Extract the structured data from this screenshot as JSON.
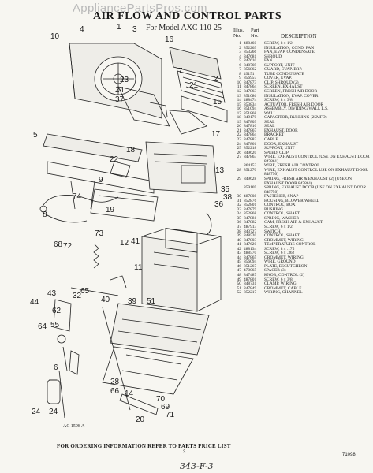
{
  "watermark": "AppliancePartsPros.com",
  "title": "AIR FLOW AND CONTROL PARTS",
  "subtitle": "For Model AXC 110-25",
  "columns": {
    "illus_no_1": "Illus.",
    "illus_no_2": "No.",
    "part_no_1": "Part",
    "part_no_2": "No.",
    "description": "DESCRIPTION"
  },
  "parts": [
    {
      "no": "1",
      "part": "488460",
      "desc": "SCREW, 8 x 1/2"
    },
    {
      "no": "2",
      "part": "852269",
      "desc": "INSULATION, COND. FAN"
    },
    {
      "no": "3",
      "part": "853266",
      "desc": "FAN, EVAP. CONDENSATE"
    },
    {
      "no": "4",
      "part": "847681",
      "desc": "SHROUD"
    },
    {
      "no": "5",
      "part": "847610",
      "desc": "FAN"
    },
    {
      "no": "6",
      "part": "848769",
      "desc": "SUPPORT, UNIT"
    },
    {
      "no": "7",
      "part": "856862",
      "desc": "GUARD, EVAP. BRP."
    },
    {
      "no": "8",
      "part": "49151",
      "desc": "TUBE CONDENSATE"
    },
    {
      "no": "9",
      "part": "856957",
      "desc": "COVER, EVAP."
    },
    {
      "no": "10",
      "part": "847873",
      "desc": "CLIP, SHROUD (2)"
    },
    {
      "no": "11",
      "part": "847864",
      "desc": "SCREEN, EXHAUST"
    },
    {
      "no": "12",
      "part": "847863",
      "desc": "SCREEN, FRESH AIR DOOR"
    },
    {
      "no": "13",
      "part": "851086",
      "desc": "INSULATION, EVAP. COVER"
    },
    {
      "no": "14",
      "part": "488474",
      "desc": "SCREW, 8 x 3/8"
    },
    {
      "no": "15",
      "part": "853834",
      "desc": "ACTUATOR, FRESH AIR DOOR"
    },
    {
      "no": "16",
      "part": "851094",
      "desc": "ASSEMBLY, DIVIDING WALL L.S."
    },
    {
      "no": "17",
      "part": "851868",
      "desc": "WALL"
    },
    {
      "no": "18",
      "part": "849170",
      "desc": "CAPACITOR, RUNNING (25MFD)"
    },
    {
      "no": "19",
      "part": "847809",
      "desc": "SEAL"
    },
    {
      "no": "20",
      "part": "847810",
      "desc": "SEAL"
    },
    {
      "no": "21",
      "part": "847867",
      "desc": "EXHAUST, DOOR"
    },
    {
      "no": "22",
      "part": "847864",
      "desc": "BRACKET"
    },
    {
      "no": "23",
      "part": "847883",
      "desc": "CABLE"
    },
    {
      "no": "24",
      "part": "847861",
      "desc": "DOOR, EXHAUST"
    },
    {
      "no": "25",
      "part": "852218",
      "desc": "SUPPORT, UNIT"
    },
    {
      "no": "26",
      "part": "849620",
      "desc": "SPEED, CLIP"
    },
    {
      "no": "27",
      "part": "847863",
      "desc": "WIRE, EXHAUST CONTROL (USE ON EXHAUST DOOR 847861)"
    },
    {
      "no": "",
      "part": "864152",
      "desc": "WIRE, FRESH AIR CONTROL"
    },
    {
      "no": "28",
      "part": "851270",
      "desc": "WIRE, EXHAUST CONTROL USE ON EXHAUST DOOR 848750)"
    },
    {
      "no": "29",
      "part": "849628",
      "desc": "SPRING, FRESH AIR & EXHAUST (2) (USE ON EXHAUST DOOR 847861)"
    },
    {
      "no": "",
      "part": "859169",
      "desc": "SPRING, EXHAUST DOOR (USE ON EXHAUST DOOR 848750)"
    },
    {
      "no": "30",
      "part": "487808",
      "desc": "FASTENER, SNAP"
    },
    {
      "no": "31",
      "part": "852876",
      "desc": "HOUSING, BLOWER WHEEL"
    },
    {
      "no": "32",
      "part": "852801",
      "desc": "CONTROL, BOX"
    },
    {
      "no": "33",
      "part": "847879",
      "desc": "BUSHING"
    },
    {
      "no": "34",
      "part": "852868",
      "desc": "CONTROL, SHAFT"
    },
    {
      "no": "35",
      "part": "847881",
      "desc": "SPRING, WASHER"
    },
    {
      "no": "36",
      "part": "847882",
      "desc": "CAM, FRESH AIR & EXHAUST"
    },
    {
      "no": "37",
      "part": "487913",
      "desc": "SCREW, 6 x 1/2"
    },
    {
      "no": "38",
      "part": "843727",
      "desc": "SWITCH"
    },
    {
      "no": "39",
      "part": "848520",
      "desc": "CONTROL, SHAFT"
    },
    {
      "no": "40",
      "part": "847803",
      "desc": "GROMMET, WIRING"
    },
    {
      "no": "41",
      "part": "847620",
      "desc": "TEMPERATURE CONTROL"
    },
    {
      "no": "42",
      "part": "488134",
      "desc": "SCREW, 8 x .175"
    },
    {
      "no": "43",
      "part": "488570",
      "desc": "SCREW, 6 x .362"
    },
    {
      "no": "44",
      "part": "847865",
      "desc": "GROMMET, WIRING"
    },
    {
      "no": "45",
      "part": "856094",
      "desc": "WIRE, GROUND"
    },
    {
      "no": "46",
      "part": "851267",
      "desc": "PLATE, ESCUTCHEON"
    },
    {
      "no": "47",
      "part": "470065",
      "desc": "SPACER (3)"
    },
    {
      "no": "48",
      "part": "847487",
      "desc": "KNOB, CONTROL (2)"
    },
    {
      "no": "49",
      "part": "487801",
      "desc": "SCREW, 6 x 3/8"
    },
    {
      "no": "50",
      "part": "848731",
      "desc": "CLAMP, WIRING"
    },
    {
      "no": "51",
      "part": "847849",
      "desc": "GROMMET, CABLE"
    },
    {
      "no": "52",
      "part": "852217",
      "desc": "WIRING, CHANNEL"
    }
  ],
  "callouts": [
    "10",
    "4",
    "1",
    "3",
    "16",
    "23",
    "7",
    "2",
    "24",
    "37",
    "21",
    "15",
    "5",
    "17",
    "18",
    "22",
    "13",
    "9",
    "19",
    "74",
    "35",
    "38",
    "36",
    "8",
    "73",
    "68",
    "72",
    "41",
    "12",
    "11",
    "65",
    "44",
    "40",
    "39",
    "51",
    "43",
    "32",
    "62",
    "55",
    "64",
    "28",
    "66",
    "14",
    "70",
    "69",
    "71",
    "20",
    "6",
    "24",
    "24"
  ],
  "figure_id": "AC 1598 A",
  "footer_note": "FOR ORDERING INFORMATION REFER TO PARTS PRICE LIST",
  "page_number": "3",
  "doc_number": "71098",
  "handwritten": "343-F-3"
}
